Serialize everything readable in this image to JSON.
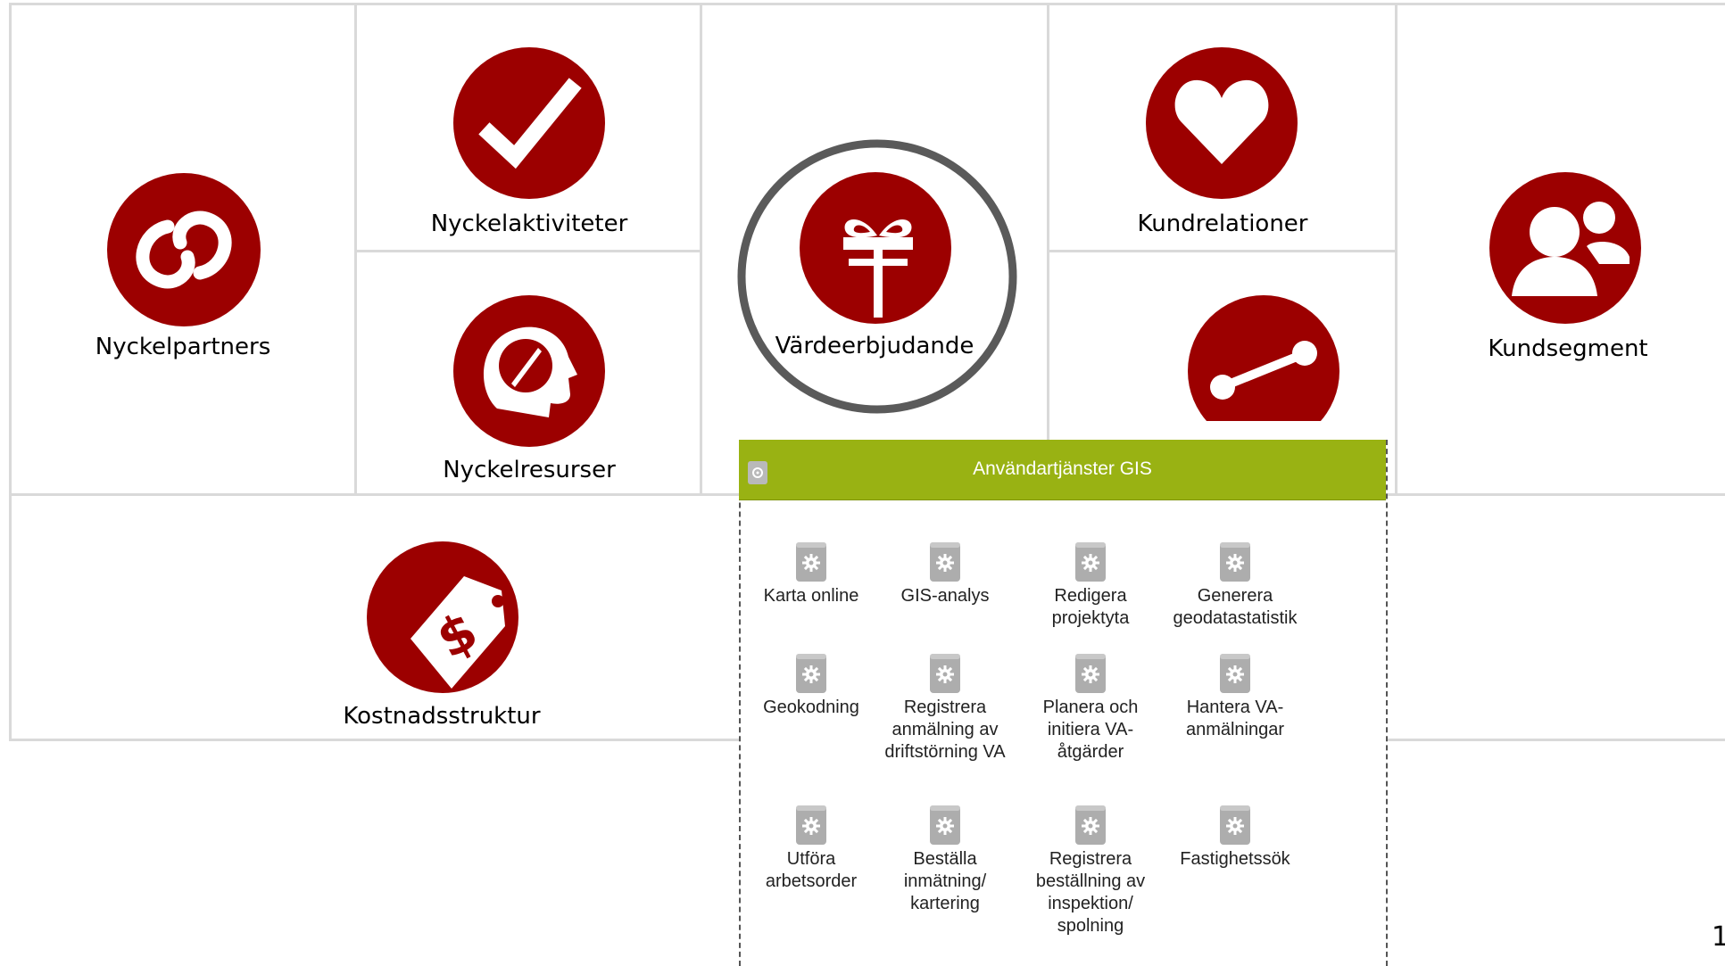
{
  "canvas": {
    "labels": {
      "key_partners": "Nyckelpartners",
      "key_activities": "Nyckelaktiviteter",
      "key_resources": "Nyckelresurser",
      "value_proposition": "Värdeerbjudande",
      "customer_relationships": "Kundrelationer",
      "customer_segments": "Kundsegment",
      "cost_structure": "Kostnadsstruktur"
    },
    "colors": {
      "icon_red": "#9c0000",
      "grid_gray": "#d9d9d9",
      "highlight_ring": "#5a5a5a"
    }
  },
  "panel": {
    "title": "Användartjänster GIS",
    "header_color": "#99b213",
    "services": [
      {
        "label": "Karta online"
      },
      {
        "label": "GIS-analys"
      },
      {
        "label": "Redigera projektyta"
      },
      {
        "label": "Generera geodatastatistik"
      },
      {
        "label": "Geokodning"
      },
      {
        "label": "Registrera anmälning av driftstörning VA"
      },
      {
        "label": "Planera och initiera VA-åtgärder"
      },
      {
        "label": "Hantera VA-anmälningar"
      },
      {
        "label": "Utföra arbetsorder"
      },
      {
        "label": "Beställa inmätning/ kartering"
      },
      {
        "label": "Registrera beställning av inspektion/ spolning"
      },
      {
        "label": "Fastighetssök"
      }
    ]
  },
  "page_number": "1"
}
